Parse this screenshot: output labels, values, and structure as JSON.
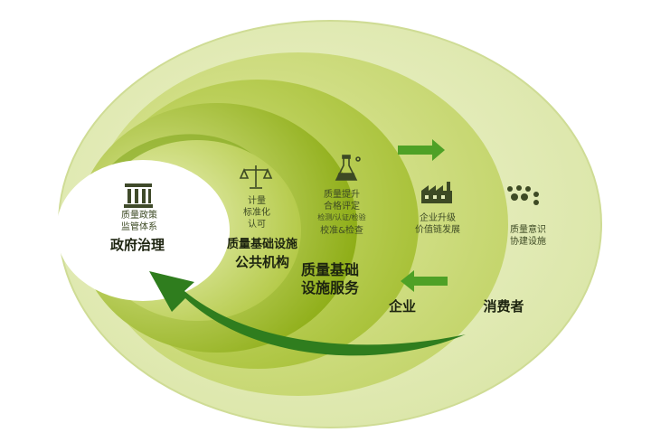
{
  "layers": {
    "government": {
      "title": "政府治理",
      "sub": [
        "质量政策",
        "监管体系"
      ],
      "icon": "government-building-icon"
    },
    "public_institutions": {
      "title": [
        "质量基础设施",
        "公共机构"
      ],
      "sub": [
        "计量",
        "标准化",
        "认可"
      ],
      "icon": "balance-scale-icon"
    },
    "services": {
      "title": [
        "质量基础",
        "设施服务"
      ],
      "sub": [
        "质量提升",
        "合格评定",
        "检测/认证/检验",
        "校准&检查"
      ],
      "icon": "flask-icon"
    },
    "enterprise": {
      "title": "企业",
      "sub": [
        "企业升级",
        "价值链发展"
      ],
      "icon": "factory-icon"
    },
    "consumer": {
      "title": "消费者",
      "sub": [
        "质量意识",
        "协建设施"
      ],
      "icon": "people-group-icon"
    }
  },
  "colors": {
    "outer": "#e3ebb8",
    "ring2": "#d2df8e",
    "ring3": "#bccf55",
    "ring4": "#9fbb21",
    "inner_dark": "#6e9a12",
    "core": "#ffffff",
    "arrow": "#2f7d1e",
    "arrow_light": "#4ea126"
  }
}
